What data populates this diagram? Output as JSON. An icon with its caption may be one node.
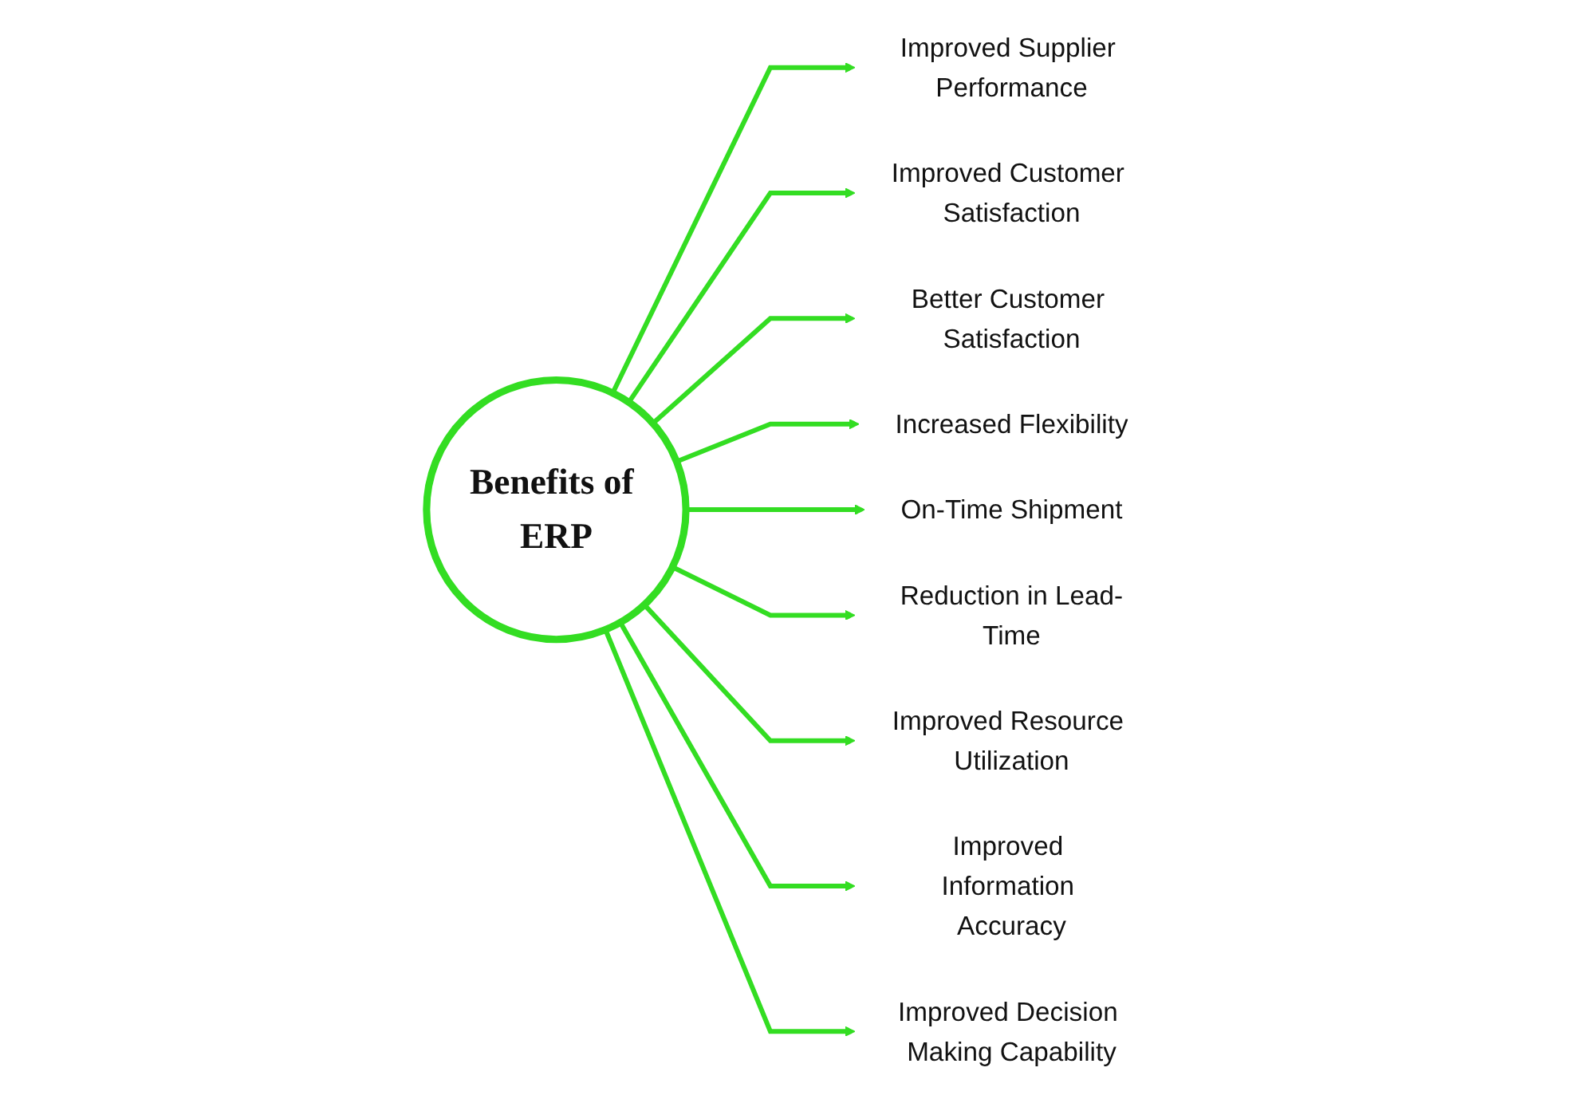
{
  "diagram": {
    "nodes": [
      {
        "text": [
          "Benefits of ERP"
        ]
      },
      {
        "text": [
          "Improved Supplier Performance"
        ]
      },
      {
        "text": [
          "Improved Customer Satisfaction"
        ]
      },
      {
        "text": [
          "Better Customer Satisfaction"
        ]
      },
      {
        "text": [
          "Increased Flexibility"
        ]
      },
      {
        "text": [
          "On-Time Shipment"
        ]
      },
      {
        "text": [
          "Reduction in Lead-Time"
        ]
      },
      {
        "text": [
          "Improved Resource Utilization"
        ]
      },
      {
        "text": [
          "Improved Information Accuracy"
        ]
      },
      {
        "text": [
          "Improved Decision Making Capability"
        ]
      }
    ],
    "edges": [
      {
        "from": 0,
        "to": 1,
        "arrow": "to"
      },
      {
        "from": 0,
        "to": 2,
        "arrow": "to"
      },
      {
        "from": 0,
        "to": 3,
        "arrow": "to"
      },
      {
        "from": 0,
        "to": 4,
        "arrow": "to"
      },
      {
        "from": 0,
        "to": 5,
        "arrow": "to"
      },
      {
        "from": 0,
        "to": 6,
        "arrow": "to"
      },
      {
        "from": 0,
        "to": 7,
        "arrow": "to"
      },
      {
        "from": 0,
        "to": 8,
        "arrow": "to"
      },
      {
        "from": 0,
        "to": 9,
        "arrow": "to"
      }
    ]
  }
}
